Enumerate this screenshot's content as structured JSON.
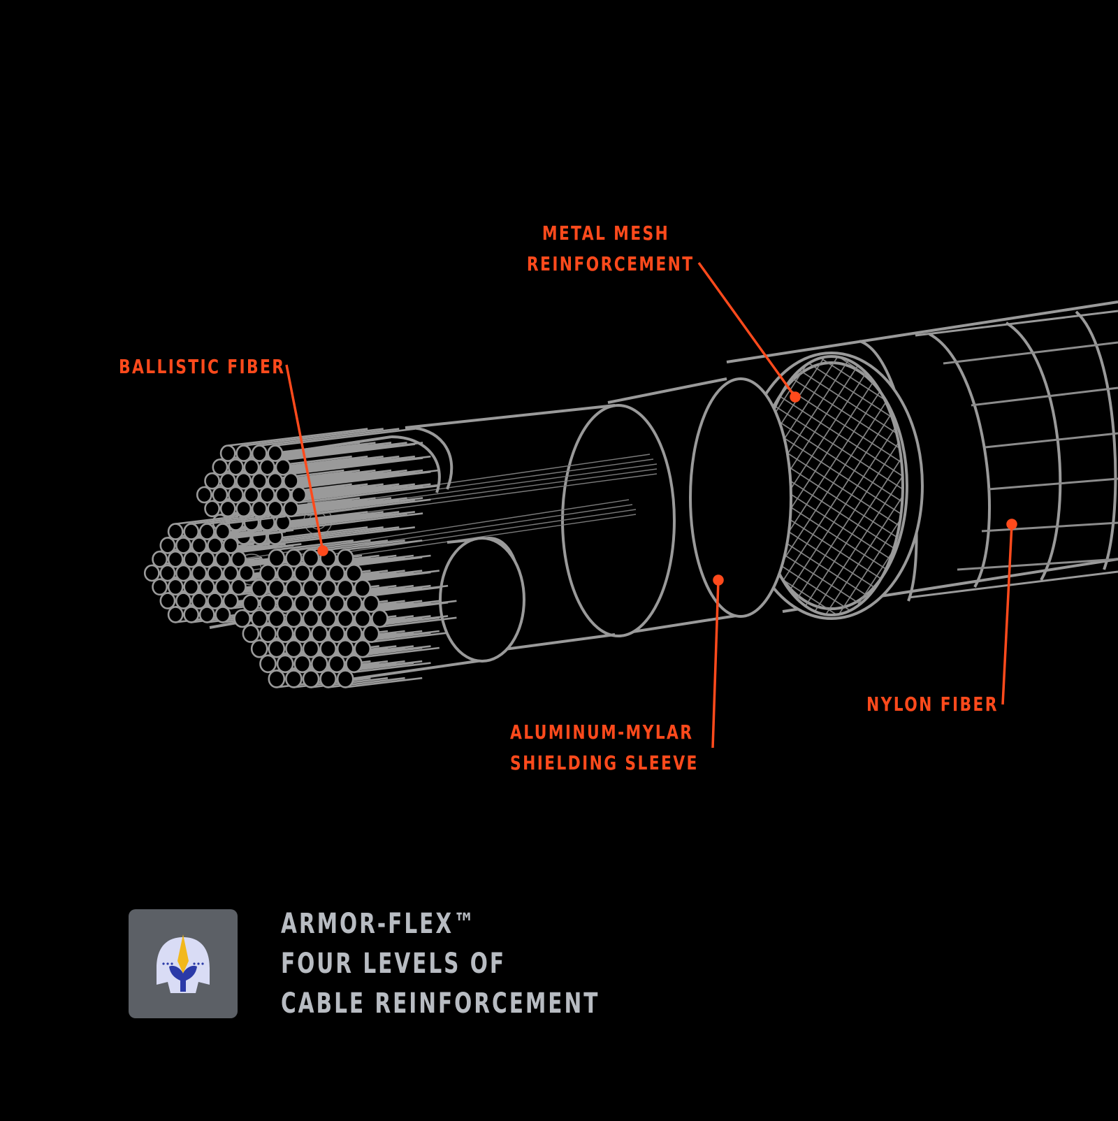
{
  "callouts": {
    "metal_mesh": {
      "line1": "METAL MESH",
      "line2": "REINFORCEMENT"
    },
    "ballistic_fiber": {
      "line1": "BALLISTIC FIBER"
    },
    "aluminum_mylar": {
      "line1": "ALUMINUM-MYLAR",
      "line2": "SHIELDING SLEEVE"
    },
    "nylon_fiber": {
      "line1": "NYLON FIBER"
    }
  },
  "branding": {
    "line1": "ARMOR-FLEX™",
    "line2": "FOUR LEVELS OF",
    "line3": "CABLE REINFORCEMENT",
    "logo_icon": "knight-helmet-icon"
  },
  "colors": {
    "background": "#000000",
    "callout": "#ff4a1c",
    "outline": "#9a9a9a",
    "caption": "#b8bcc2",
    "logo_tile": "#5c6066",
    "helmet": "#d9dcf5",
    "helmet_accent": "#f2b81c",
    "helmet_visor": "#2b3aa8"
  }
}
